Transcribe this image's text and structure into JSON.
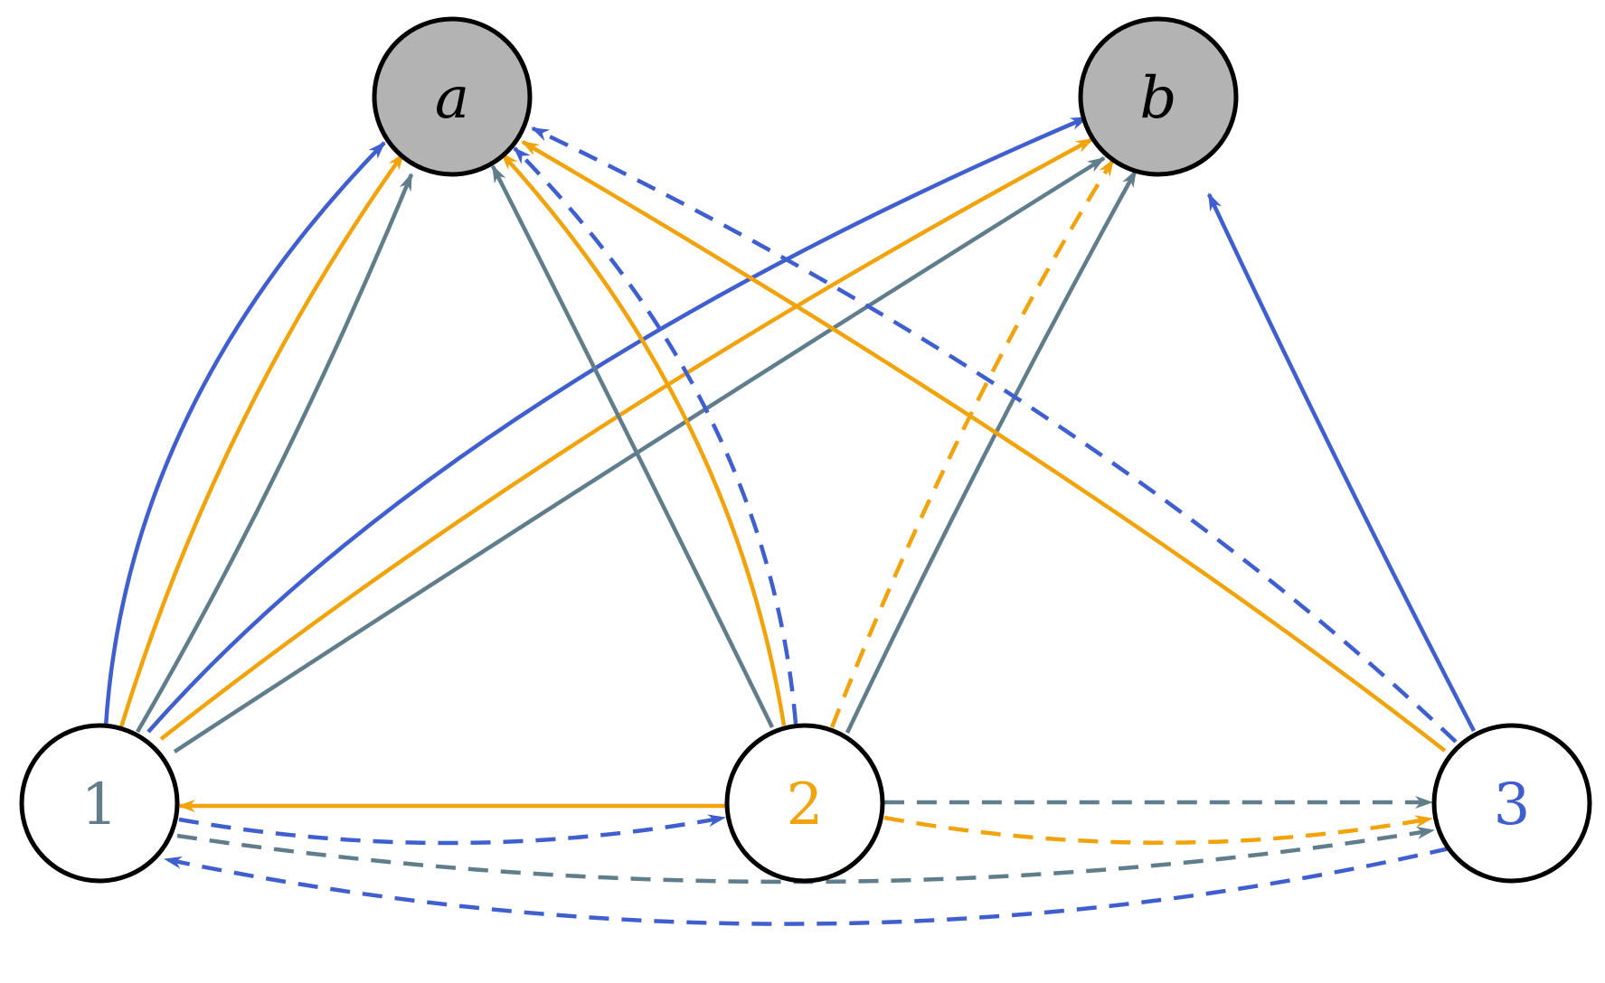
{
  "colors": {
    "blue": "#3f5fcf",
    "orange": "#f0a30a",
    "slate": "#607d8b",
    "node_gray": "#b3b3b3",
    "node_white": "#ffffff",
    "outline": "#000000"
  },
  "nodes": [
    {
      "id": "a",
      "label": "a",
      "italic": true,
      "fill": "node_gray",
      "text_color": "outline"
    },
    {
      "id": "b",
      "label": "b",
      "italic": true,
      "fill": "node_gray",
      "text_color": "outline"
    },
    {
      "id": "n1",
      "label": "1",
      "italic": false,
      "fill": "node_white",
      "text_color": "slate"
    },
    {
      "id": "n2",
      "label": "2",
      "italic": false,
      "fill": "node_white",
      "text_color": "orange"
    },
    {
      "id": "n3",
      "label": "3",
      "italic": false,
      "fill": "node_white",
      "text_color": "blue"
    }
  ],
  "edges": [
    {
      "from": "n1",
      "to": "a",
      "color": "blue",
      "style": "solid"
    },
    {
      "from": "n1",
      "to": "a",
      "color": "orange",
      "style": "solid"
    },
    {
      "from": "n1",
      "to": "a",
      "color": "slate",
      "style": "solid"
    },
    {
      "from": "n1",
      "to": "b",
      "color": "blue",
      "style": "solid"
    },
    {
      "from": "n1",
      "to": "b",
      "color": "orange",
      "style": "solid"
    },
    {
      "from": "n1",
      "to": "b",
      "color": "slate",
      "style": "solid"
    },
    {
      "from": "n2",
      "to": "a",
      "color": "slate",
      "style": "solid"
    },
    {
      "from": "n2",
      "to": "a",
      "color": "orange",
      "style": "solid"
    },
    {
      "from": "n2",
      "to": "a",
      "color": "blue",
      "style": "dashed"
    },
    {
      "from": "n2",
      "to": "b",
      "color": "orange",
      "style": "dashed"
    },
    {
      "from": "n2",
      "to": "b",
      "color": "slate",
      "style": "solid"
    },
    {
      "from": "n3",
      "to": "a",
      "color": "orange",
      "style": "solid"
    },
    {
      "from": "n3",
      "to": "a",
      "color": "blue",
      "style": "dashed"
    },
    {
      "from": "n3",
      "to": "b",
      "color": "blue",
      "style": "solid"
    },
    {
      "from": "n2",
      "to": "n1",
      "color": "orange",
      "style": "solid"
    },
    {
      "from": "n1",
      "to": "n2",
      "color": "blue",
      "style": "dashed"
    },
    {
      "from": "n2",
      "to": "n3",
      "color": "slate",
      "style": "dashed"
    },
    {
      "from": "n2",
      "to": "n3",
      "color": "orange",
      "style": "dashed"
    },
    {
      "from": "n1",
      "to": "n3",
      "color": "slate",
      "style": "dashed"
    },
    {
      "from": "n3",
      "to": "n1",
      "color": "blue",
      "style": "dashed"
    }
  ]
}
